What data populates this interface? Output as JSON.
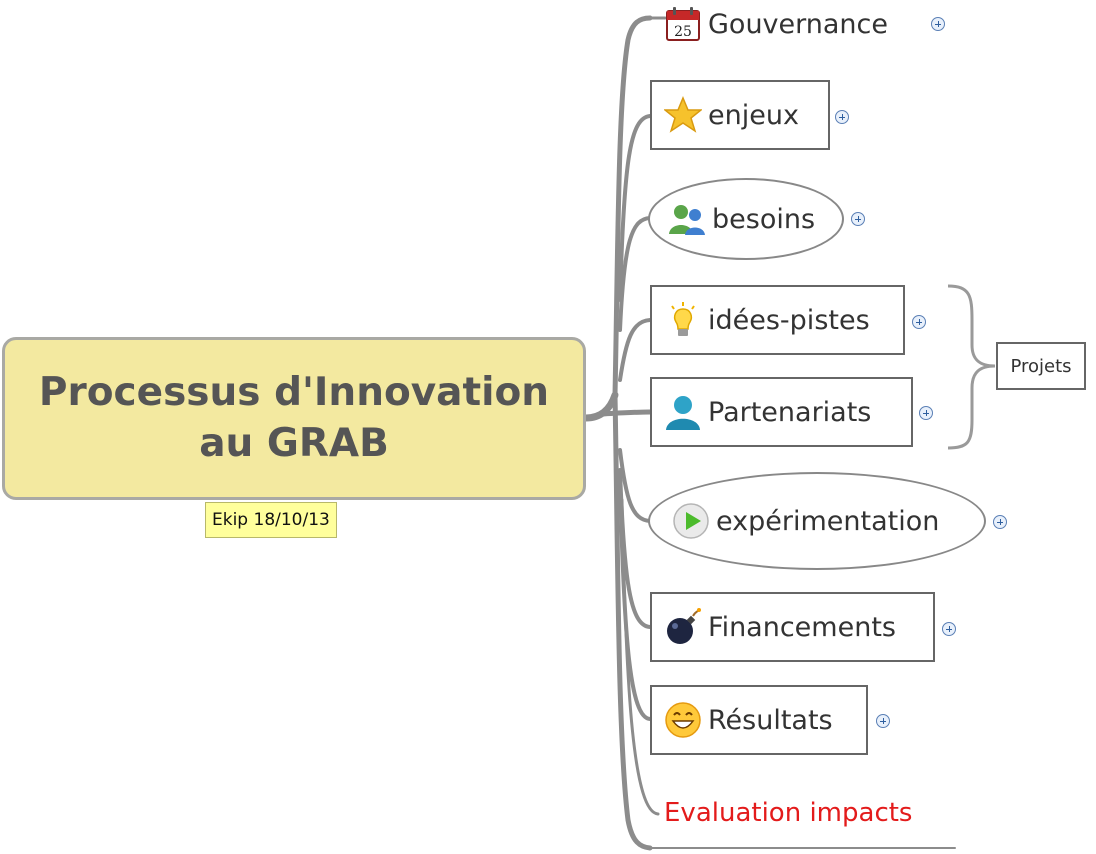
{
  "central_topic": {
    "title": "Processus d'Innovation au GRAB",
    "note": "Ekip 18/10/13",
    "fill_color": "#f3e9a0"
  },
  "branches": [
    {
      "label": "Gouvernance",
      "icon": "calendar-icon",
      "shape": "plain",
      "expandable": true
    },
    {
      "label": "enjeux",
      "icon": "star-icon",
      "shape": "rectangle",
      "expandable": true
    },
    {
      "label": "besoins",
      "icon": "users-icon",
      "shape": "ellipse",
      "expandable": true
    },
    {
      "label": "idées-pistes",
      "icon": "lightbulb-icon",
      "shape": "rectangle",
      "expandable": true
    },
    {
      "label": "Partenariats",
      "icon": "person-icon",
      "shape": "rectangle",
      "expandable": true
    },
    {
      "label": "expérimentation",
      "icon": "play-icon",
      "shape": "ellipse",
      "expandable": true
    },
    {
      "label": "Financements",
      "icon": "bomb-icon",
      "shape": "rectangle",
      "expandable": true
    },
    {
      "label": "Résultats",
      "icon": "smiley-icon",
      "shape": "rectangle",
      "expandable": true
    },
    {
      "label": "Evaluation impacts",
      "icon": "",
      "shape": "plain",
      "expandable": false,
      "text_color": "#e31b1b"
    }
  ],
  "boundary": {
    "label": "Projets",
    "groups": [
      "idées-pistes",
      "Partenariats"
    ]
  },
  "colors": {
    "connector": "#8c8c8c",
    "expander": "#2f5f9f",
    "highlight_text": "#e31b1b"
  }
}
